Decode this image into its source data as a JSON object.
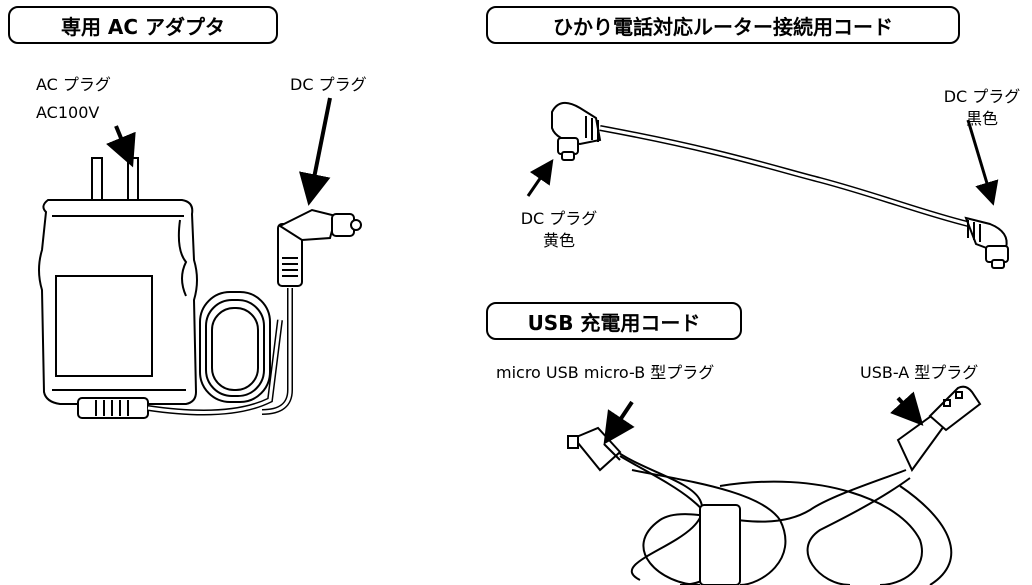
{
  "adapter": {
    "title": "専用 AC アダプタ",
    "ac_plug": "AC プラグ",
    "ac_voltage": "AC100V",
    "dc_plug": "DC プラグ"
  },
  "router_cord": {
    "title": "ひかり電話対応ルーター接続用コード",
    "right_plug": "DC プラグ",
    "right_color": "黒色",
    "left_plug": "DC プラグ",
    "left_color": "黄色"
  },
  "usb_cord": {
    "title": "USB 充電用コード",
    "micro_plug": "micro USB micro-B 型プラグ",
    "usb_a_plug": "USB-A 型プラグ"
  }
}
